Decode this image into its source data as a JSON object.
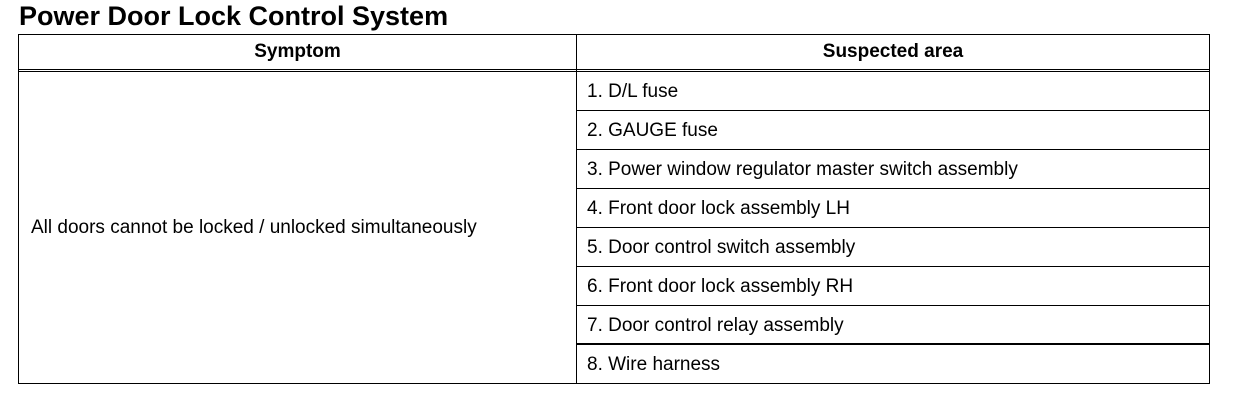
{
  "title": "Power Door Lock Control System",
  "table": {
    "headers": {
      "symptom": "Symptom",
      "suspected_area": "Suspected area"
    },
    "symptom": "All doors cannot be locked / unlocked simultaneously",
    "suspected_areas": [
      "1. D/L fuse",
      "2. GAUGE fuse",
      "3. Power window regulator master switch assembly",
      "4. Front door lock assembly LH",
      "5. Door control switch assembly",
      "6. Front door lock assembly RH",
      "7. Door control relay assembly",
      "8. Wire harness"
    ]
  }
}
